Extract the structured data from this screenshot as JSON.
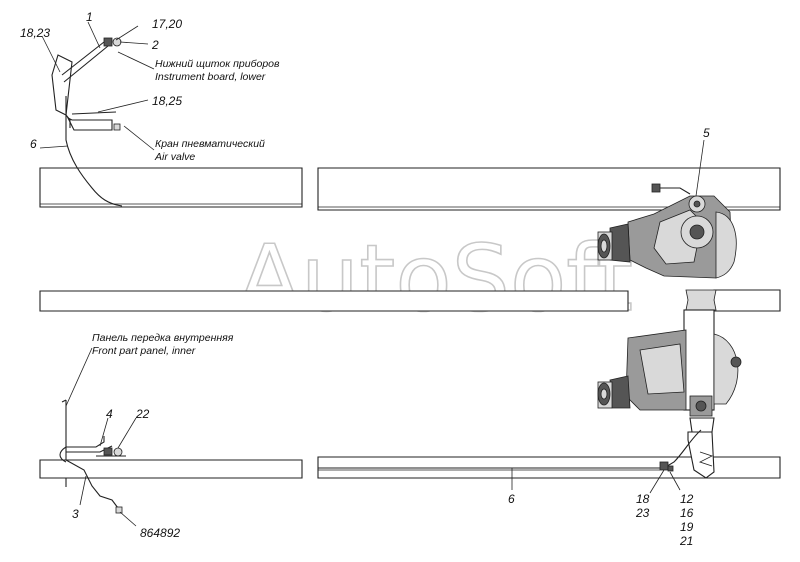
{
  "watermark": "AutoSoft",
  "callouts": {
    "c1": "1",
    "c2": "2",
    "c17_20": "17,20",
    "c18_23": "18,23",
    "c18_25": "18,25",
    "c6_top": "6",
    "c5": "5",
    "c4": "4",
    "c22": "22",
    "c3": "3",
    "c6_bottom": "6",
    "c18": "18",
    "c23": "23",
    "c12": "12",
    "c16": "16",
    "c19": "19",
    "c21": "21"
  },
  "captions": {
    "instrument_board_ru": "Нижний щиток приборов",
    "instrument_board_en": "Instrument board, lower",
    "air_valve_ru": "Кран пневматический",
    "air_valve_en": "Air valve",
    "front_panel_ru": "Панель передка внутренняя",
    "front_panel_en": "Front part panel, inner"
  },
  "drawing_number": "864892"
}
